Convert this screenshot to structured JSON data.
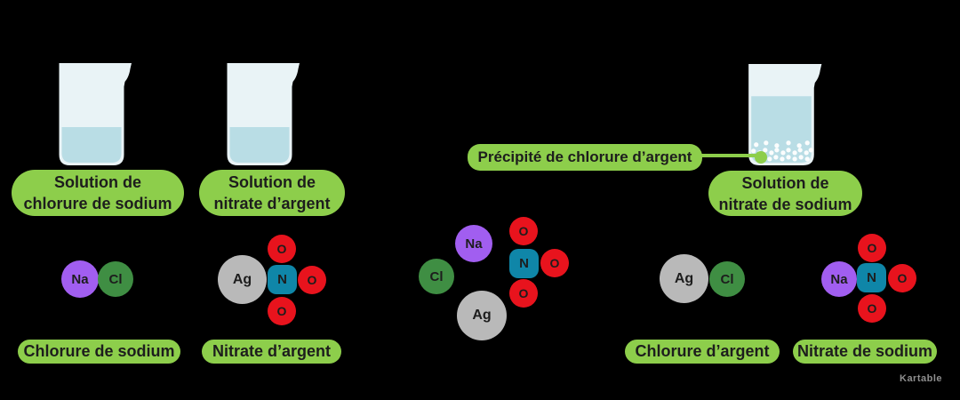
{
  "labels": {
    "solution_nacl": {
      "line1": "Solution de",
      "line2": "chlorure de sodium"
    },
    "solution_agno3": {
      "line1": "Solution de",
      "line2": "nitrate d’argent"
    },
    "solution_nano3": {
      "line1": "Solution de",
      "line2": "nitrate de sodium"
    },
    "precipitate_callout": "Précipité de chlorure d’argent",
    "compound_nacl": "Chlorure de sodium",
    "compound_agno3": "Nitrate d’argent",
    "compound_agcl": "Chlorure d’argent",
    "compound_nano3": "Nitrate de sodium"
  },
  "atoms": {
    "na": "Na",
    "cl": "Cl",
    "ag": "Ag",
    "n": "N",
    "o": "O"
  },
  "watermark": {
    "text": "Kartable"
  },
  "colors": {
    "background": "#000000",
    "label_green": "#8dce4b",
    "label_text": "#1d1d1d",
    "sodium_purple": "#a15ef0",
    "chlorine_green": "#3f8e43",
    "silver_gray": "#b9b9b9",
    "nitrogen_teal": "#0f86a8",
    "oxygen_red": "#e8131d",
    "beaker_glass": "#e9f3f6",
    "beaker_liquid": "#b9dde5",
    "precipitate_white": "#ffffff",
    "connector_green": "#8dce4b"
  }
}
